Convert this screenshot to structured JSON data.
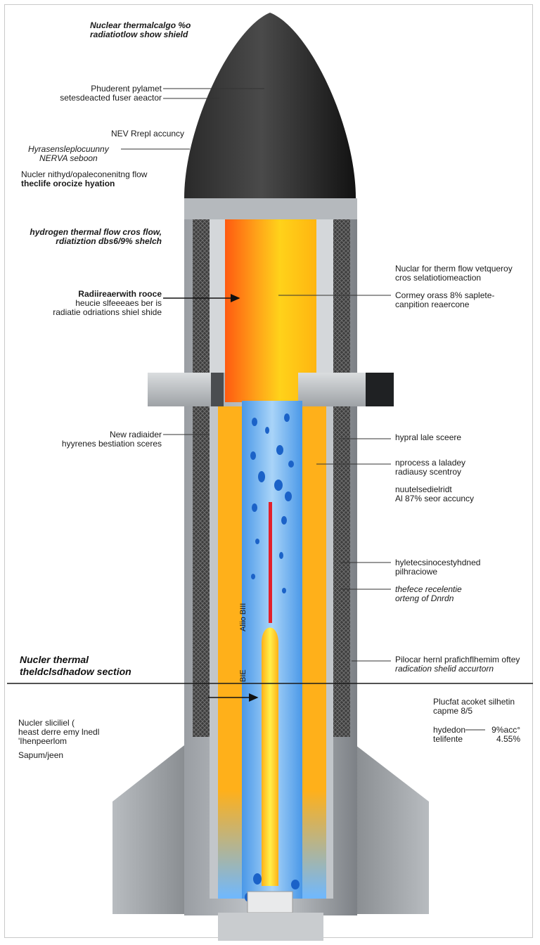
{
  "labels": {
    "title": [
      "Nuclear thermalcalgo %o",
      "radiatiotlow show shield"
    ],
    "reactor": [
      "Phuderent pylamet",
      "setesdeacted fuser aeactor"
    ],
    "nev": "NEV Rrepl accuncy",
    "hyrs": [
      "Hyrasensleplocuunny",
      "NERVA seboon"
    ],
    "nucler_flow": [
      "Nucler nithyd/opaleconenitng flow",
      "theclife orocize hyation"
    ],
    "hydrogen_flow": [
      "hydrogen thermal flow cros flow,",
      "rdiatiztion dbs6/9% shelch"
    ],
    "radiaier": [
      "Radiireaerwith rooce",
      "heucie slfeeeaes ber is",
      "radiatie odriations shiel shide"
    ],
    "nuclar_right": [
      "Nuclar for therm flow vetqueroy",
      "cros selatiotiomeaction"
    ],
    "cormey": [
      "Cormey orass 8% saplete-",
      "canpition reaercone"
    ],
    "new_rad": [
      "New radiaider",
      "hyyrenes bestiation sceres"
    ],
    "hypral": "hypral lale sceere",
    "nprocess": [
      "nprocess a laladey",
      "radiausy scentroy"
    ],
    "nuutel": [
      "nuutelsedielridt",
      "Al 87% seor accuncy"
    ],
    "hyle": [
      "hyletecsinocestyhdned",
      "pilhraciowe"
    ],
    "thefece": [
      "thefece recelentie",
      "orteng of Dnrdn"
    ],
    "vertical": "Aliio BIII",
    "vertical_short": "BIE",
    "section": [
      "Nucler thermal",
      "theldclsdhadow section"
    ],
    "lower_left": [
      "Nucler sliciliel (",
      "heast derre emy lnedl",
      "'Ihenpeerlom"
    ],
    "sapum": "Sapum/jeen",
    "pilocar": [
      "Pilocar hernl prafichflhemim oftey",
      "radication shelid accurtorn"
    ],
    "plucfat": [
      "Plucfat acoket silhetin",
      "capme 8/5"
    ],
    "table_rows": [
      {
        "name": "hydedon",
        "value": "9%acc°"
      },
      {
        "name": "telifente",
        "value": "4.55%"
      }
    ]
  }
}
